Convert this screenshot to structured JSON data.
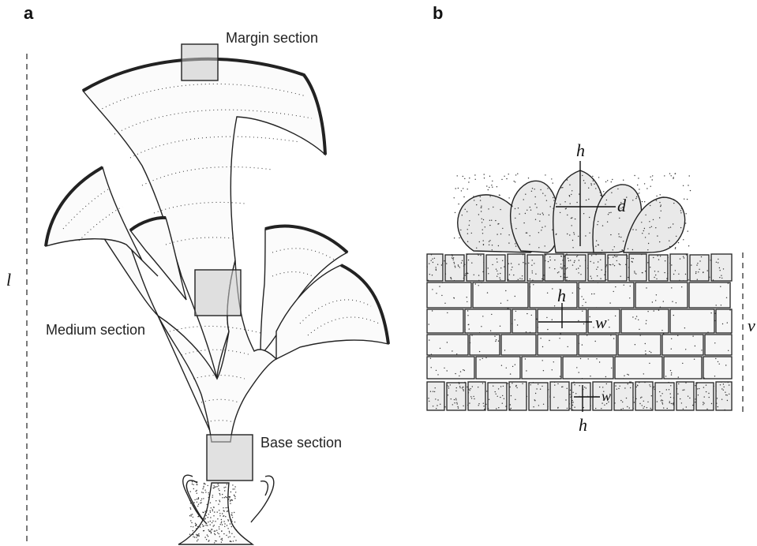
{
  "panels": {
    "a": {
      "letter": "a",
      "length_symbol": "l",
      "margin_label": "Margin section",
      "medium_label": "Medium section",
      "base_label": "Base section"
    },
    "b": {
      "letter": "b",
      "bulb_height_symbol": "h",
      "bulb_diameter_symbol": "d",
      "medulla_height_symbol": "h",
      "medulla_width_symbol": "w",
      "cortex_width_symbol": "w",
      "cortex_height_symbol": "h",
      "thickness_symbol": "v"
    }
  },
  "colors": {
    "ink": "#222222",
    "section_box_fill": "#c8c8c8"
  }
}
